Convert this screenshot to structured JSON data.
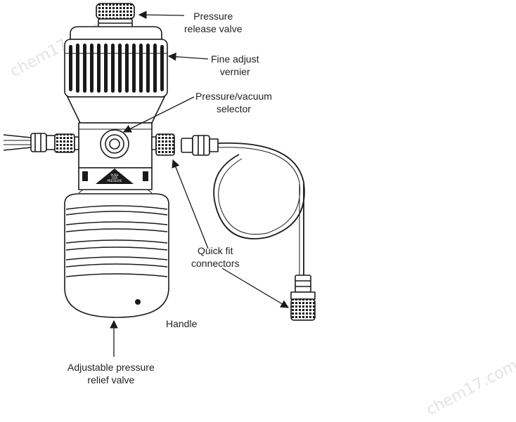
{
  "labels": {
    "pressure_release_valve": [
      "Pressure",
      "release valve"
    ],
    "fine_adjust_vernier": [
      "Fine adjust",
      "vernier"
    ],
    "pressure_vacuum_selector": [
      "Pressure/vacuum",
      "selector"
    ],
    "quick_fit_connectors": [
      "Quick fit",
      "connectors"
    ],
    "handle": "Handle",
    "adjustable_pressure_relief_valve": [
      "Adjustable pressure",
      "relief valve"
    ]
  },
  "device_marking": [
    "PUSH",
    "FOR",
    "PRESSURE"
  ],
  "watermark": "chem17.com",
  "colors": {
    "line": "#1a1a1a",
    "knurl": "#1a1a1a",
    "background": "#ffffff"
  }
}
